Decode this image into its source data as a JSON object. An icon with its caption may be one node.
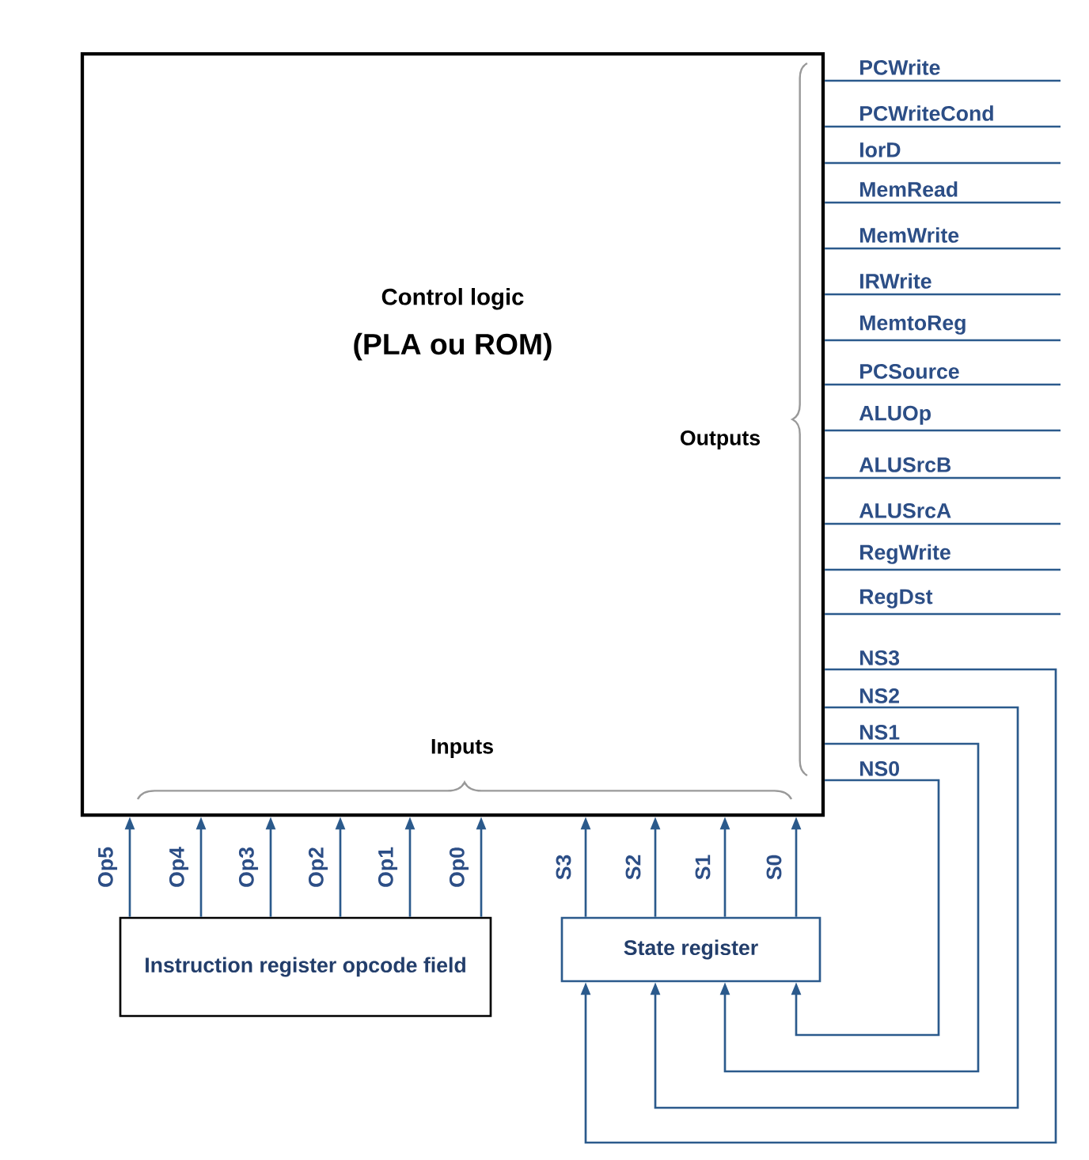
{
  "diagram": {
    "nodes": [
      {
        "text": [
          "Control logic",
          "(PLA ou ROM)"
        ]
      },
      {
        "text": [
          "Instruction register opcode field"
        ]
      },
      {
        "text": [
          "State register"
        ]
      }
    ],
    "edges": [
      {
        "from": 0,
        "to": null,
        "arrow": "none",
        "label": "PCWrite"
      },
      {
        "from": 0,
        "to": null,
        "arrow": "none",
        "label": "PCWriteCond"
      },
      {
        "from": 0,
        "to": null,
        "arrow": "none",
        "label": "IorD"
      },
      {
        "from": 0,
        "to": null,
        "arrow": "none",
        "label": "MemRead"
      },
      {
        "from": 0,
        "to": null,
        "arrow": "none",
        "label": "MemWrite"
      },
      {
        "from": 0,
        "to": null,
        "arrow": "none",
        "label": "IRWrite"
      },
      {
        "from": 0,
        "to": null,
        "arrow": "none",
        "label": "MemtoReg"
      },
      {
        "from": 0,
        "to": null,
        "arrow": "none",
        "label": "PCSource"
      },
      {
        "from": 0,
        "to": null,
        "arrow": "none",
        "label": "ALUOp"
      },
      {
        "from": 0,
        "to": null,
        "arrow": "none",
        "label": "ALUSrcB"
      },
      {
        "from": 0,
        "to": null,
        "arrow": "none",
        "label": "ALUSrcA"
      },
      {
        "from": 0,
        "to": null,
        "arrow": "none",
        "label": "RegWrite"
      },
      {
        "from": 0,
        "to": null,
        "arrow": "none",
        "label": "RegDst"
      },
      {
        "from": 0,
        "to": 2,
        "arrow": "to",
        "label": "NS3"
      },
      {
        "from": 0,
        "to": 2,
        "arrow": "to",
        "label": "NS2"
      },
      {
        "from": 0,
        "to": 2,
        "arrow": "to",
        "label": "NS1"
      },
      {
        "from": 0,
        "to": 2,
        "arrow": "to",
        "label": "NS0"
      },
      {
        "from": 1,
        "to": 0,
        "arrow": "to",
        "label": "Op5"
      },
      {
        "from": 1,
        "to": 0,
        "arrow": "to",
        "label": "Op4"
      },
      {
        "from": 1,
        "to": 0,
        "arrow": "to",
        "label": "Op3"
      },
      {
        "from": 1,
        "to": 0,
        "arrow": "to",
        "label": "Op2"
      },
      {
        "from": 1,
        "to": 0,
        "arrow": "to",
        "label": "Op1"
      },
      {
        "from": 1,
        "to": 0,
        "arrow": "to",
        "label": "Op0"
      },
      {
        "from": 2,
        "to": 0,
        "arrow": "to",
        "label": "S3"
      },
      {
        "from": 2,
        "to": 0,
        "arrow": "to",
        "label": "S2"
      },
      {
        "from": 2,
        "to": 0,
        "arrow": "to",
        "label": "S1"
      },
      {
        "from": 2,
        "to": 0,
        "arrow": "to",
        "label": "S0"
      }
    ],
    "labels": [
      "Outputs",
      "Inputs"
    ]
  }
}
